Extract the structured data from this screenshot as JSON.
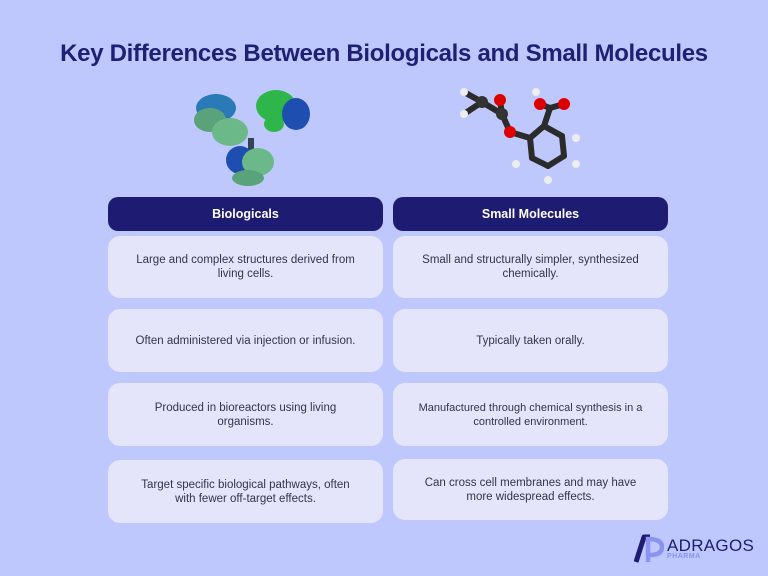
{
  "title": "Key Differences Between Biologicals and Small Molecules",
  "illustrations": {
    "left": "antibody-protein-structure",
    "right": "aspirin-ball-and-stick-molecule"
  },
  "columns": [
    {
      "header": "Biologicals",
      "items": [
        "Large and complex structures derived from living cells.",
        "Often administered via injection or infusion.",
        "Produced in bioreactors using living organisms.",
        "Target specific biological pathways, often with fewer off-target effects."
      ]
    },
    {
      "header": "Small Molecules",
      "items": [
        "Small and structurally simpler, synthesized chemically.",
        "Typically taken orally.",
        "Manufactured through chemical synthesis in a controlled environment.",
        "Can cross cell membranes and may have more widespread effects."
      ]
    }
  ],
  "logo": {
    "name": "ADRAGOS",
    "sub": "PHARMA"
  },
  "colors": {
    "background": "#bfc8fd",
    "header_bg": "#1e1c72",
    "card_bg": "#e4e5fa",
    "title": "#1f1f73",
    "logo_accent": "#8a93f0"
  }
}
